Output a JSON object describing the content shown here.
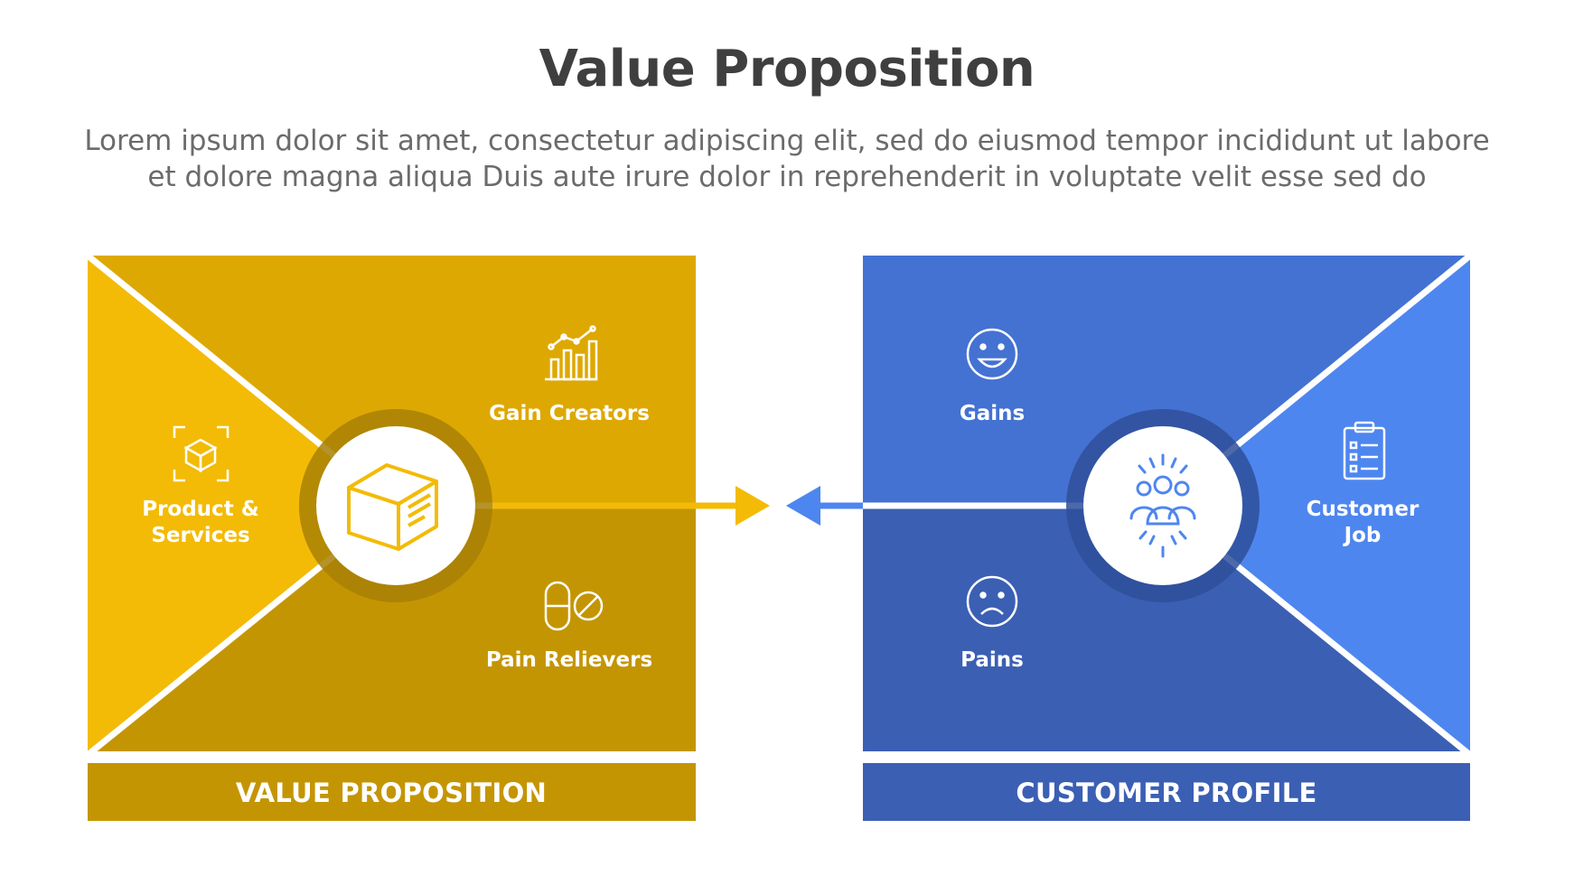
{
  "title": "Value Proposition",
  "subtitle_line1": "Lorem ipsum dolor sit amet, consectetur adipiscing elit, sed do eiusmod tempor incididunt ut labore",
  "subtitle_line2": "et dolore magna aliqua Duis aute irure dolor in reprehenderit in voluptate velit esse sed do",
  "value_proposition": {
    "footer": "VALUE PROPOSITION",
    "gain_creators": "Gain Creators",
    "pain_relievers": "Pain Relievers",
    "products_line1": "Product &",
    "products_line2": "Services",
    "colors": {
      "top": "#DEA803",
      "left": "#F3BB06",
      "bottom": "#C49503",
      "footer": "#C49503"
    }
  },
  "customer_profile": {
    "footer": "CUSTOMER PROFILE",
    "gains": "Gains",
    "pains": "Pains",
    "job_line1": "Customer",
    "job_line2": "Job",
    "colors": {
      "top": "#4472D2",
      "right": "#4E86EF",
      "bottom": "#3B5FB3",
      "footer": "#3B5FB3"
    }
  },
  "icons": {
    "center_left": "box-icon",
    "center_right": "people-icon",
    "gain_creators": "bar-chart-icon",
    "pain_relievers": "pill-icon",
    "products": "box-scan-icon",
    "gains": "smile-icon",
    "pains": "sad-face-icon",
    "customer_job": "clipboard-icon"
  }
}
